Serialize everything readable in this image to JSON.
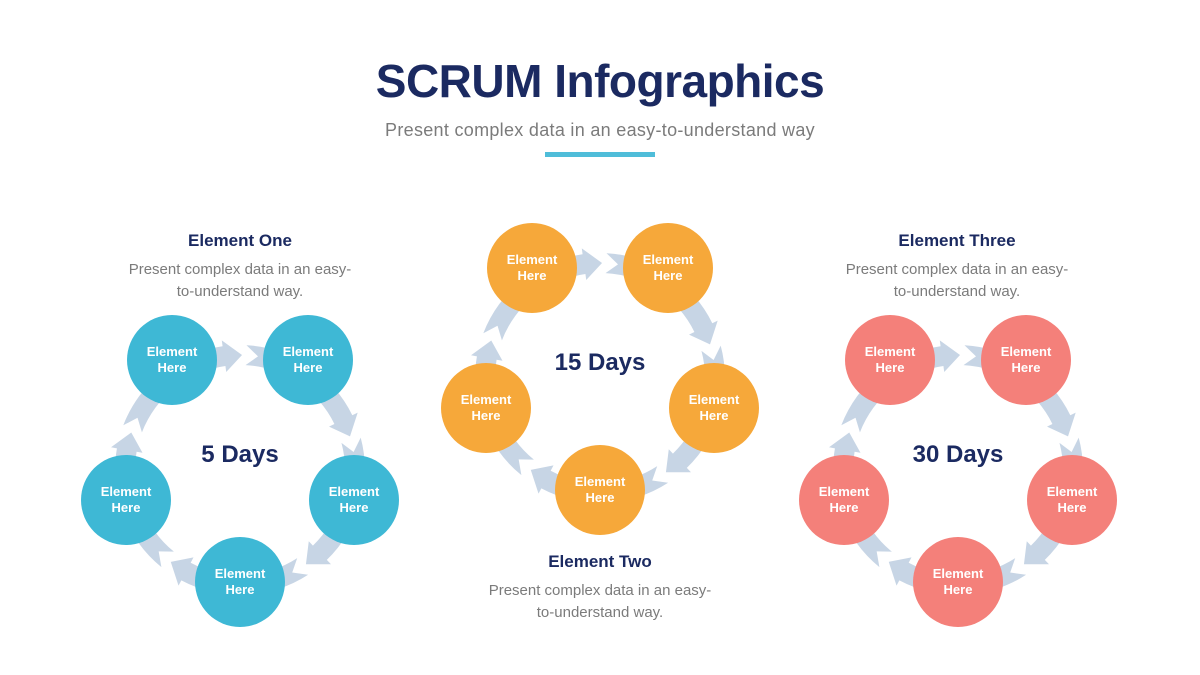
{
  "header": {
    "title": "SCRUM Infographics",
    "subtitle": "Present complex data in an easy-to-understand way"
  },
  "colors": {
    "navy_text": "#1b2a61",
    "gray_text": "#7b7b7b",
    "underline_teal": "#4fbdd9",
    "arrow_band": "#c7d5e5",
    "diagram_one_circle": "#3eb8d5",
    "diagram_two_circle": "#f6a83a",
    "diagram_three_circle": "#f4807a"
  },
  "diagrams": [
    {
      "heading": "Element One",
      "description": "Present complex data in an easy-\nto-understand way.",
      "duration": "5 Days",
      "circles": [
        "Element Here",
        "Element Here",
        "Element Here",
        "Element Here",
        "Element Here"
      ]
    },
    {
      "heading": "Element Two",
      "description": "Present complex data in an easy-\nto-understand way.",
      "duration": "15 Days",
      "circles": [
        "Element Here",
        "Element Here",
        "Element Here",
        "Element Here",
        "Element Here"
      ]
    },
    {
      "heading": "Element Three",
      "description": "Present complex data in an easy-\nto-understand way.",
      "duration": "30 Days",
      "circles": [
        "Element Here",
        "Element Here",
        "Element Here",
        "Element Here",
        "Element Here"
      ]
    }
  ]
}
